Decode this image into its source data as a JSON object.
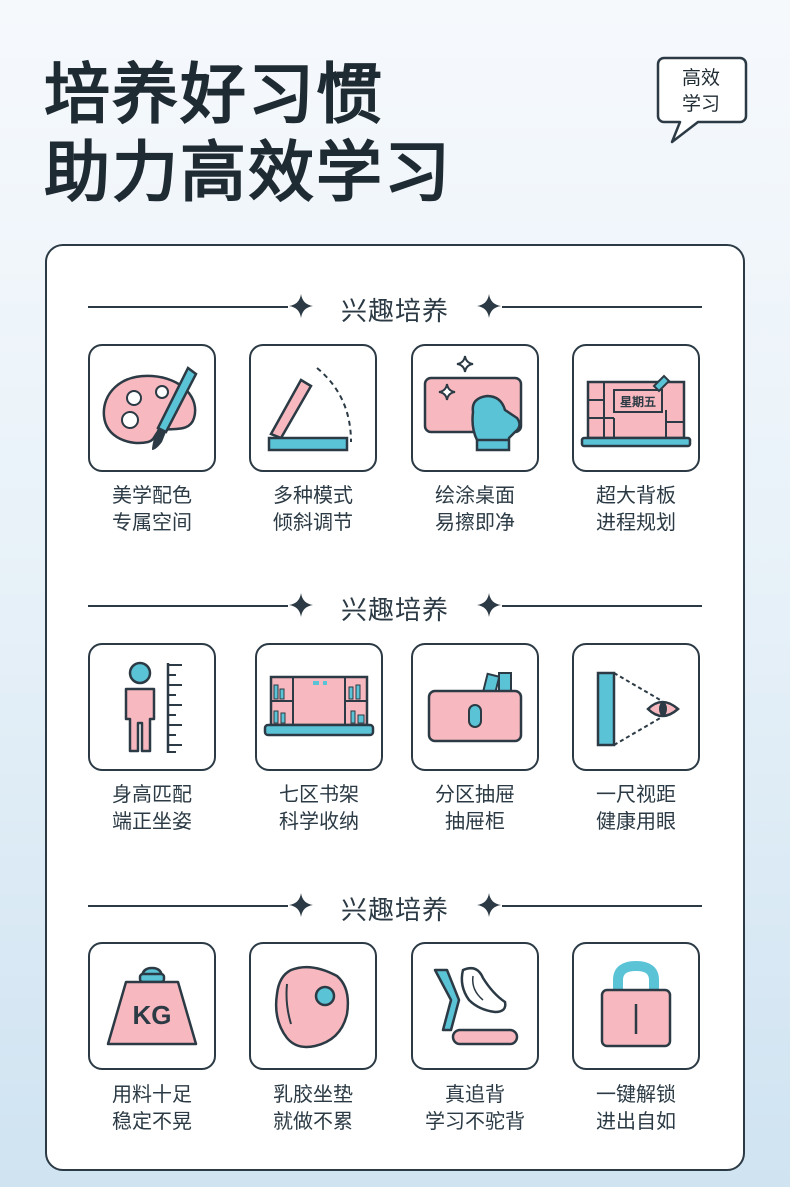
{
  "header": {
    "title_line1": "培养好习惯",
    "title_line2": "助力高效学习",
    "badge_line1": "高效",
    "badge_line2": "学习"
  },
  "colors": {
    "pink": "#f7b9bf",
    "blue": "#5bc3d6",
    "outline": "#2b3a44"
  },
  "sections": [
    {
      "heading": "兴趣培养",
      "items": [
        {
          "icon": "palette-icon",
          "line1": "美学配色",
          "line2": "专属空间"
        },
        {
          "icon": "tilt-board-icon",
          "line1": "多种模式",
          "line2": "倾斜调节"
        },
        {
          "icon": "wipe-clean-icon",
          "line1": "绘涂桌面",
          "line2": "易擦即净"
        },
        {
          "icon": "planner-board-icon",
          "line1": "超大背板",
          "line2": "进程规划",
          "badge": "星期五"
        }
      ]
    },
    {
      "heading": "兴趣培养",
      "items": [
        {
          "icon": "height-match-icon",
          "line1": "身高匹配",
          "line2": "端正坐姿"
        },
        {
          "icon": "bookshelf-icon",
          "line1": "七区书架",
          "line2": "科学收纳"
        },
        {
          "icon": "drawer-icon",
          "line1": "分区抽屉",
          "line2": "抽屉柜"
        },
        {
          "icon": "eye-distance-icon",
          "line1": "一尺视距",
          "line2": "健康用眼"
        }
      ]
    },
    {
      "heading": "兴趣培养",
      "items": [
        {
          "icon": "weight-kg-icon",
          "line1": "用料十足",
          "line2": "稳定不晃",
          "badge": "KG"
        },
        {
          "icon": "latex-cushion-icon",
          "line1": "乳胶坐垫",
          "line2": "就做不累"
        },
        {
          "icon": "chair-back-icon",
          "line1": "真追背",
          "line2": "学习不驼背"
        },
        {
          "icon": "lock-icon",
          "line1": "一键解锁",
          "line2": "进出自如"
        }
      ]
    }
  ]
}
